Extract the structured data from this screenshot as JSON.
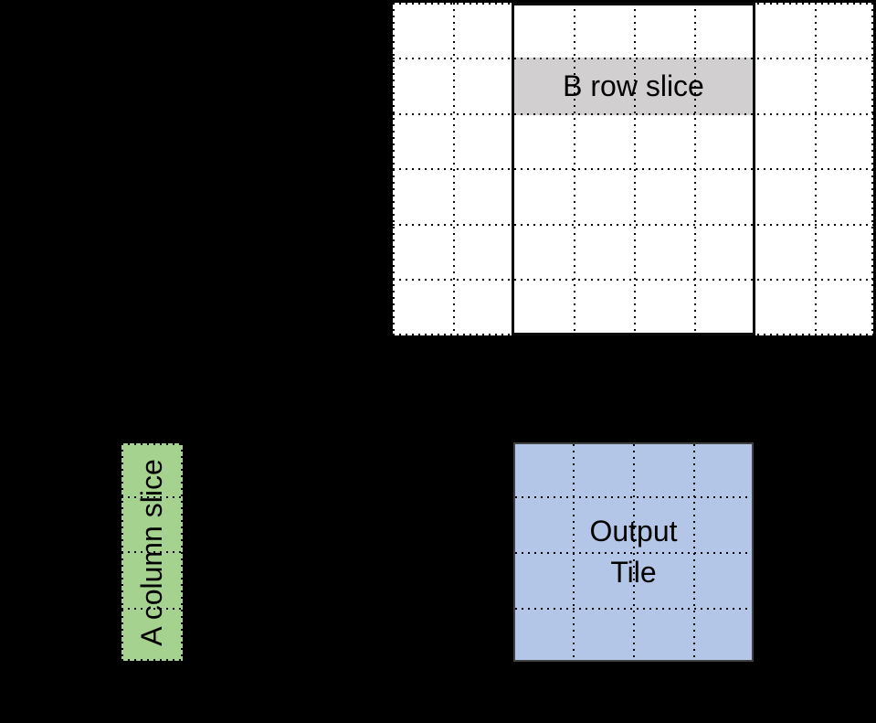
{
  "colors": {
    "background": "#000000",
    "matrix_b_fill": "#FFFFFF",
    "grid_line": "#000000",
    "b_row_slice_fill": "#D1CFCF",
    "a_column_slice_fill": "#A6D28F",
    "output_tile_fill": "#B4C6E7",
    "output_tile_border": "#404040"
  },
  "matrix_b": {
    "slice_label": "B row slice"
  },
  "matrix_a": {
    "slice_label": "A column slice"
  },
  "output_tile": {
    "label_line1": "Output",
    "label_line2": "Tile"
  }
}
